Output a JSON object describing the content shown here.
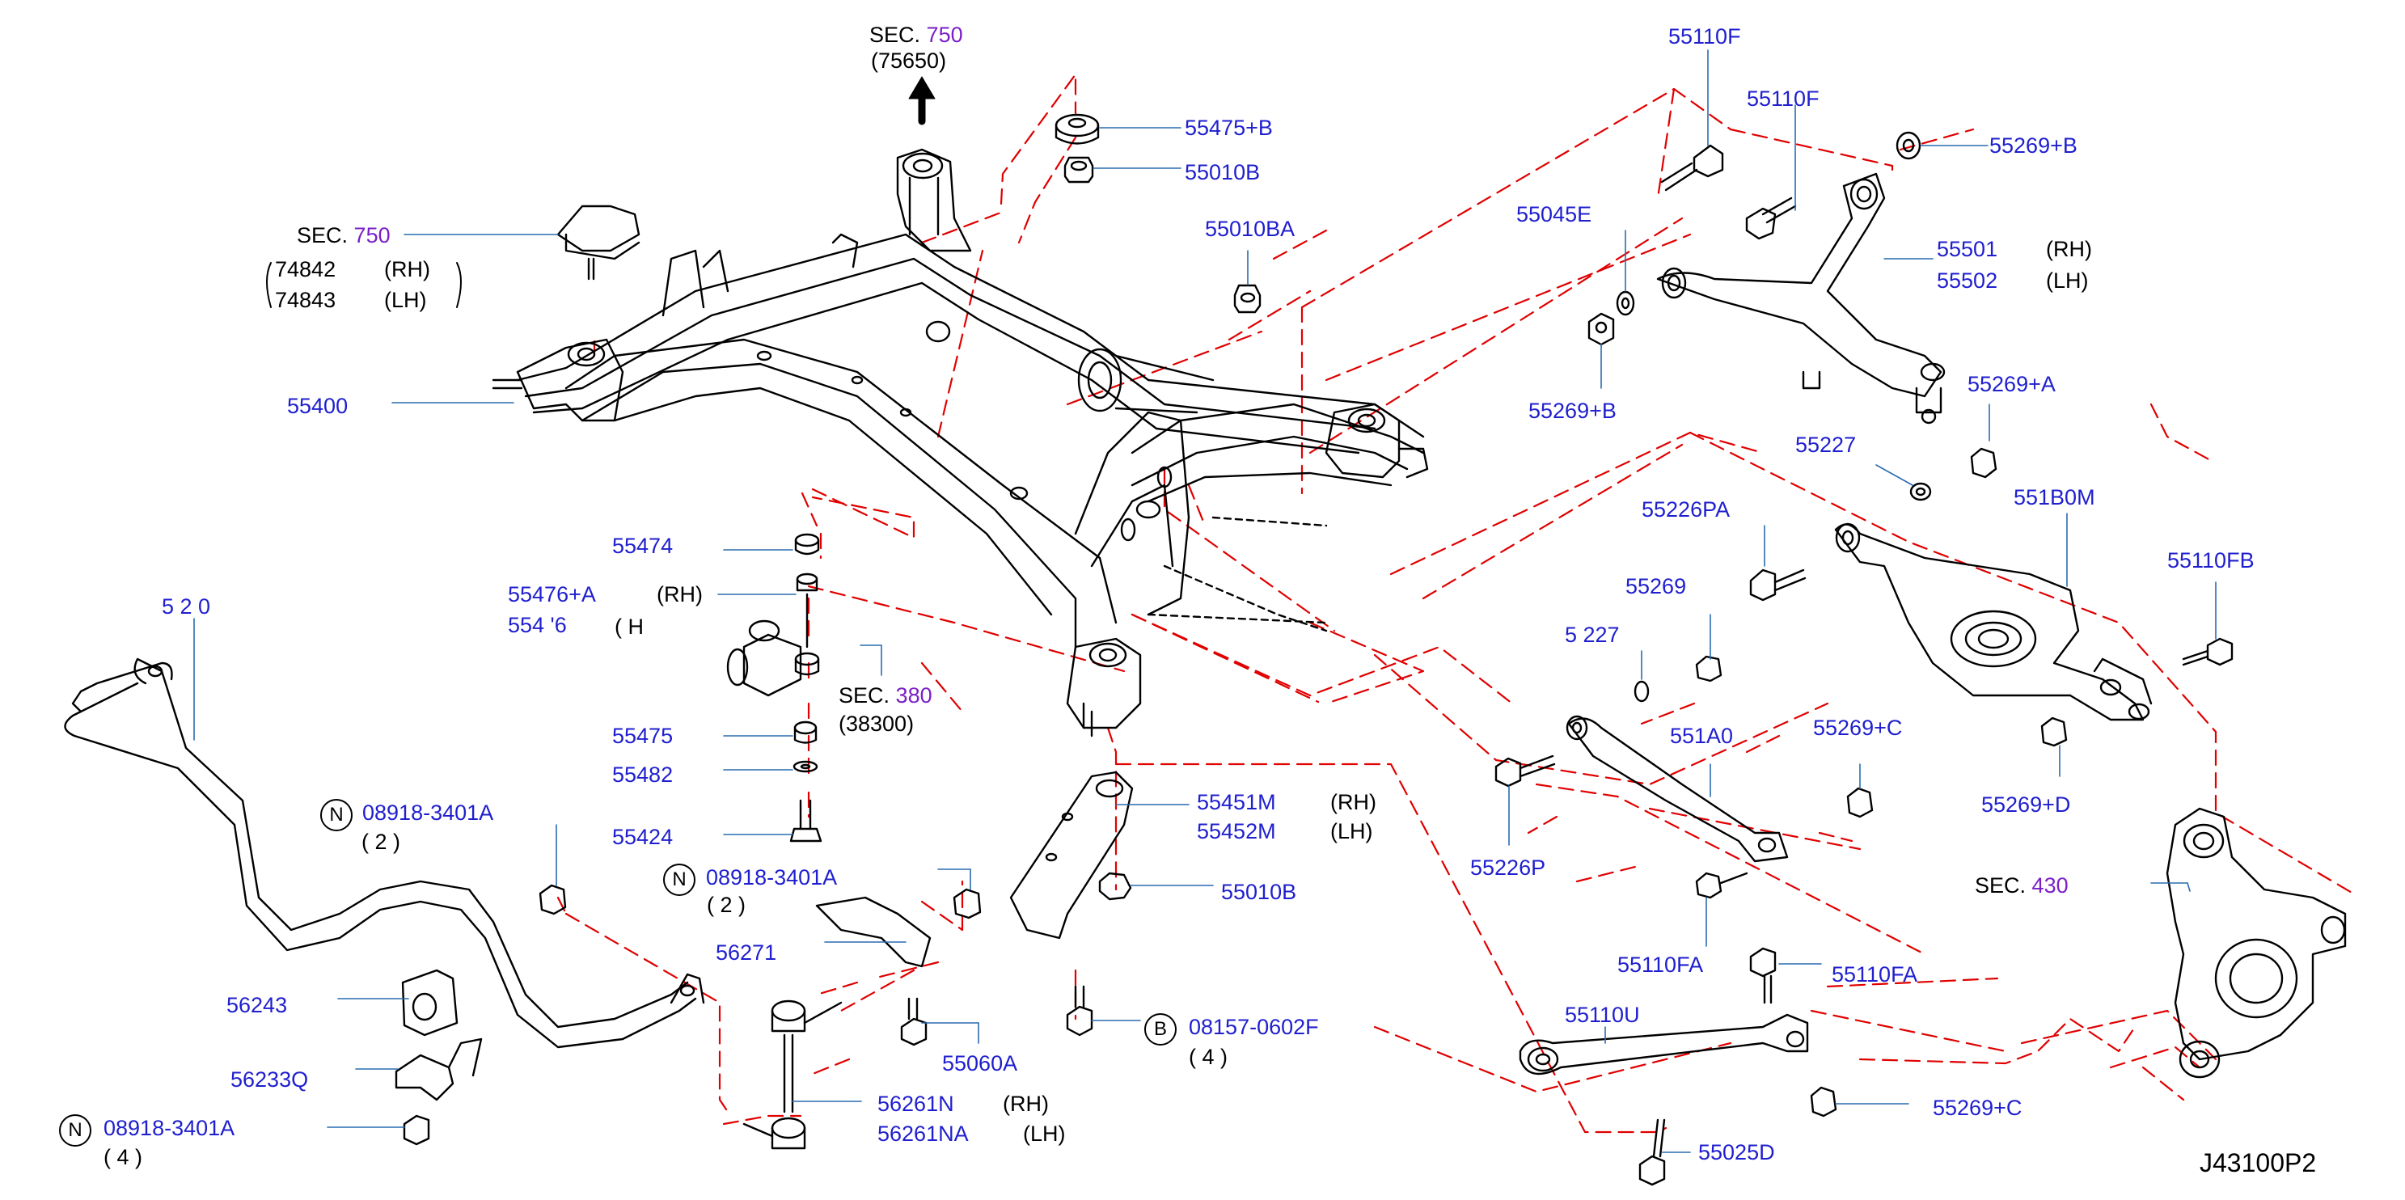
{
  "diagram_code": "J43100P2",
  "colors": {
    "part_number": "#1f1fcf",
    "section_number": "#7a1fc8",
    "dashed_line": "#e00000",
    "leader": "#2a6cb0",
    "line_art": "#000000"
  },
  "sections": [
    {
      "prefix": "SEC.",
      "number": "750",
      "sub": "(75650)"
    },
    {
      "prefix": "SEC.",
      "number": "750"
    },
    {
      "prefix": "SEC.",
      "number": "380",
      "sub": "(38300)"
    },
    {
      "prefix": "SEC.",
      "number": "430"
    }
  ],
  "sec750_refs": [
    {
      "number": "74842",
      "side": "(RH)"
    },
    {
      "number": "74843",
      "side": "(LH)"
    }
  ],
  "symbols": {
    "n": "N",
    "b": "B"
  },
  "parts": {
    "p55475b": "55475+B",
    "p55010b": "55010B",
    "p55010ba": "55010BA",
    "p55400": "55400",
    "p55110f_a": "55110F",
    "p55110f_b": "55110F",
    "p55269b_a": "55269+B",
    "p55045e": "55045E",
    "p55501": "55501",
    "p55502": "55502",
    "p55269b_b": "55269+B",
    "p55269a": "55269+A",
    "p55227_a": "55227",
    "p55226pa": "55226PA",
    "p551b0m": "551B0M",
    "p55110fb": "55110FB",
    "p55474": "55474",
    "p55476a": "55476+A",
    "p55476_partial": "554 '6",
    "p55269_partial": "55269",
    "p55227_partial": "5 227",
    "p56200_partial": "5 2 0",
    "p55475": "55475",
    "p55482": "55482",
    "p55424": "55424",
    "p551a0": "551A0",
    "p55269c_a": "55269+C",
    "p55269d": "55269+D",
    "p55451m": "55451M",
    "p55452m": "55452M",
    "p55010b_2": "55010B",
    "p55226p": "55226P",
    "p08918_a": "08918-3401A",
    "p08918_b": "08918-3401A",
    "p08918_c": "08918-3401A",
    "p56271": "56271",
    "p55110fa_a": "55110FA",
    "p55110fa_b": "55110FA",
    "p56243": "56243",
    "p55060a": "55060A",
    "p08157": "08157-0602F",
    "p55110u": "55110U",
    "p56233q": "56233Q",
    "p56261n": "56261N",
    "p56261na": "56261NA",
    "p55269c_b": "55269+C",
    "p55025d": "55025D"
  },
  "sides": {
    "rh": "(RH)",
    "lh": "(LH)",
    "lh_partial": "( H"
  },
  "quantities": {
    "q2a": "( 2 )",
    "q2b": "( 2 )",
    "q4a": "( 4 )",
    "q4b": "( 4 )"
  }
}
